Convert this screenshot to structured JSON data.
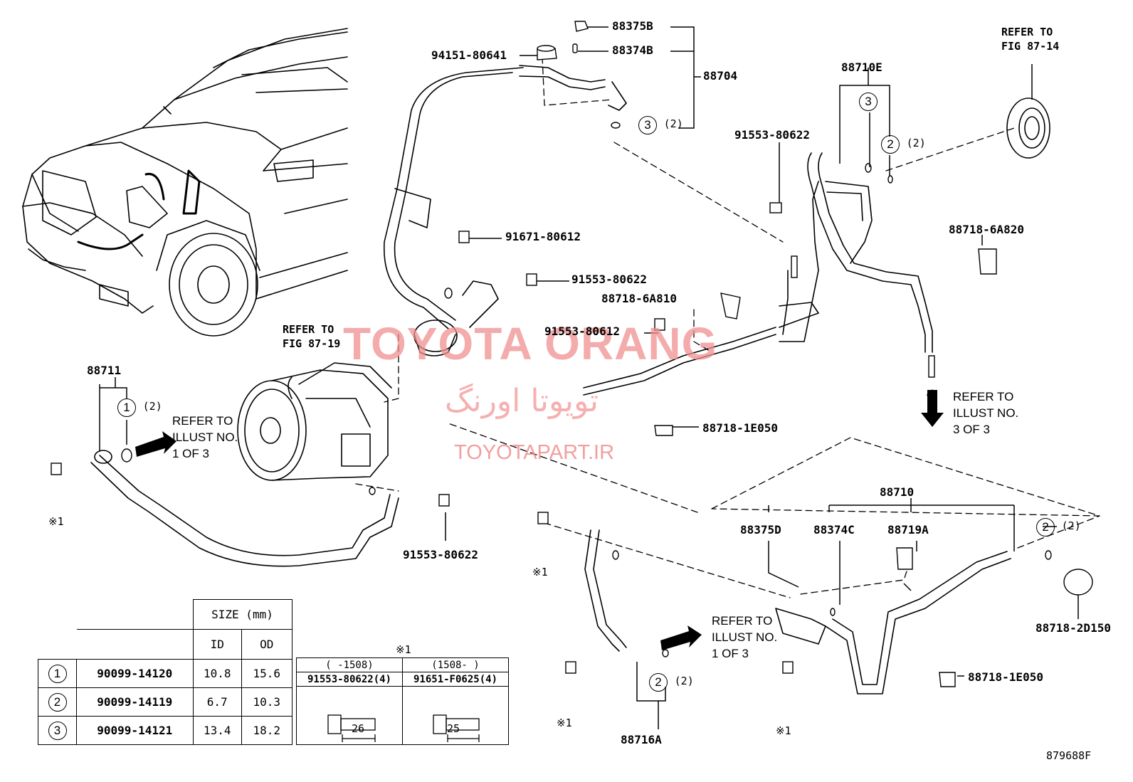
{
  "part_labels": {
    "p88375B": "88375B",
    "p88374B": "88374B",
    "p88704": "88704",
    "p94151": "94151-80641",
    "p88710E": "88710E",
    "p91553_tr": "91553-80622",
    "p91671": "91671-80612",
    "p91553_mid": "91553-80622",
    "p88718_6A810": "88718-6A810",
    "p91553_80612": "91553-80612",
    "p88718_6A820": "88718-6A820",
    "p88711": "88711",
    "p91553_bl": "91553-80622",
    "p88718_1E050_a": "88718-1E050",
    "p88710": "88710",
    "p88375D": "88375D",
    "p88374C": "88374C",
    "p88719A": "88719A",
    "p88718_2D150": "88718-2D150",
    "p88718_1E050_b": "88718-1E050",
    "p88716A": "88716A",
    "fig_code": "879688F"
  },
  "callouts": {
    "c3_top": "3",
    "c3_top_qty": "(2)",
    "c3_right": "3",
    "c2_right": "2",
    "c2_right_qty": "(2)",
    "c1_left": "1",
    "c1_left_qty": "(2)",
    "c2_lower": "2",
    "c2_lower_qty": "(2)",
    "c2_bottom": "2",
    "c2_bottom_qty": "(2)"
  },
  "notes": {
    "refer_fig_87_14": "REFER TO\nFIG 87-14",
    "refer_fig_87_19": "REFER TO\nFIG 87-19",
    "refer_illust_1of3_left": "REFER TO\nILLUST NO.\n1 OF 3",
    "refer_illust_3of3": "REFER TO\nILLUST NO.\n3 OF 3",
    "refer_illust_1of3_bottom": "REFER TO\nILLUST NO.\n1 OF 3",
    "mark_x1": "※1"
  },
  "watermark": {
    "line1": "TOYOTA ORANG",
    "line2": "تویوتا اورنگ",
    "line3": "TOYOTAPART.IR"
  },
  "size_table": {
    "header_size": "SIZE (mm)",
    "header_id": "ID",
    "header_od": "OD",
    "rows": [
      {
        "ref": "1",
        "part": "90099-14120",
        "id": "10.8",
        "od": "15.6"
      },
      {
        "ref": "2",
        "part": "90099-14119",
        "id": "6.7",
        "od": "10.3"
      },
      {
        "ref": "3",
        "part": "90099-14121",
        "id": "13.4",
        "od": "18.2"
      }
    ]
  },
  "bolt_table": {
    "title": "※1",
    "col1_range": "(   -1508)",
    "col2_range": "(1508-     )",
    "col1_part": "91553-80622(4)",
    "col2_part": "91651-F0625(4)",
    "col1_length": "26",
    "col2_length": "25"
  }
}
